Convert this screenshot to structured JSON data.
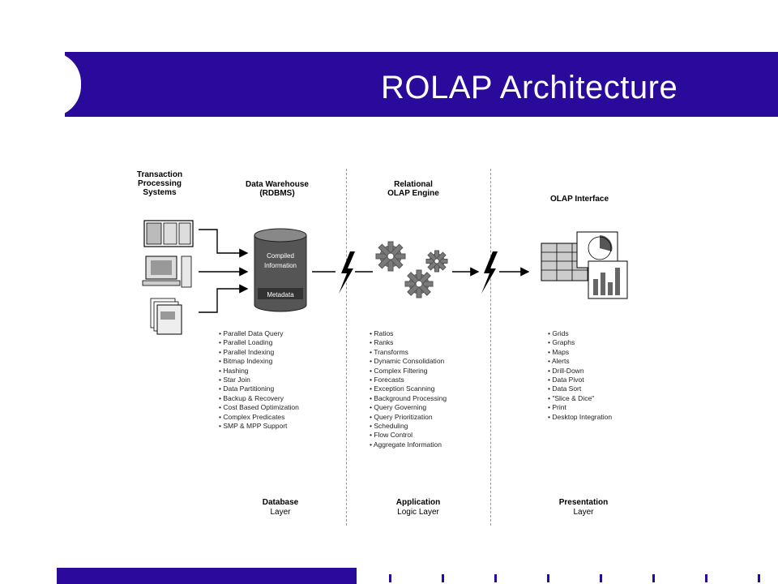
{
  "slide": {
    "title": "ROLAP Architecture"
  },
  "columns": {
    "tps": {
      "line1": "Transaction",
      "line2": "Processing",
      "line3": "Systems"
    },
    "dw": {
      "line1": "Data Warehouse",
      "line2": "(RDBMS)"
    },
    "engine": {
      "line1": "Relational",
      "line2": "OLAP Engine"
    },
    "interface": {
      "line1": "OLAP Interface"
    }
  },
  "cylinder": {
    "label1": "Compiled",
    "label2": "Information",
    "label3": "Metadata"
  },
  "features": {
    "database": [
      "Parallel Data Query",
      "Parallel Loading",
      "Parallel Indexing",
      "Bitmap Indexing",
      "Hashing",
      "Star Join",
      "Data Partitioning",
      "Backup & Recovery",
      "Cost Based Optimization",
      "Complex Predicates",
      "SMP & MPP Support"
    ],
    "application": [
      "Ratios",
      "Ranks",
      "Transforms",
      "Dynamic Consolidation",
      "Complex Filtering",
      "Forecasts",
      "Exception Scanning",
      "Background Processing",
      "Query Governing",
      "Query Prioritization",
      "Scheduling",
      "Flow Control",
      "Aggregate Information"
    ],
    "presentation": [
      "Grids",
      "Graphs",
      "Maps",
      "Alerts",
      "Drill-Down",
      "Data Pivot",
      "Data Sort",
      "\"Slice & Dice\"",
      "Print",
      "Desktop Integration"
    ]
  },
  "layers": {
    "database": {
      "line1": "Database",
      "line2": "Layer"
    },
    "application": {
      "line1": "Application",
      "line2": "Logic Layer"
    },
    "presentation": {
      "line1": "Presentation",
      "line2": "Layer"
    }
  },
  "colors": {
    "brand": "#2a0a9a",
    "cylinder": "#555555",
    "gear": "#7a7a7a"
  }
}
